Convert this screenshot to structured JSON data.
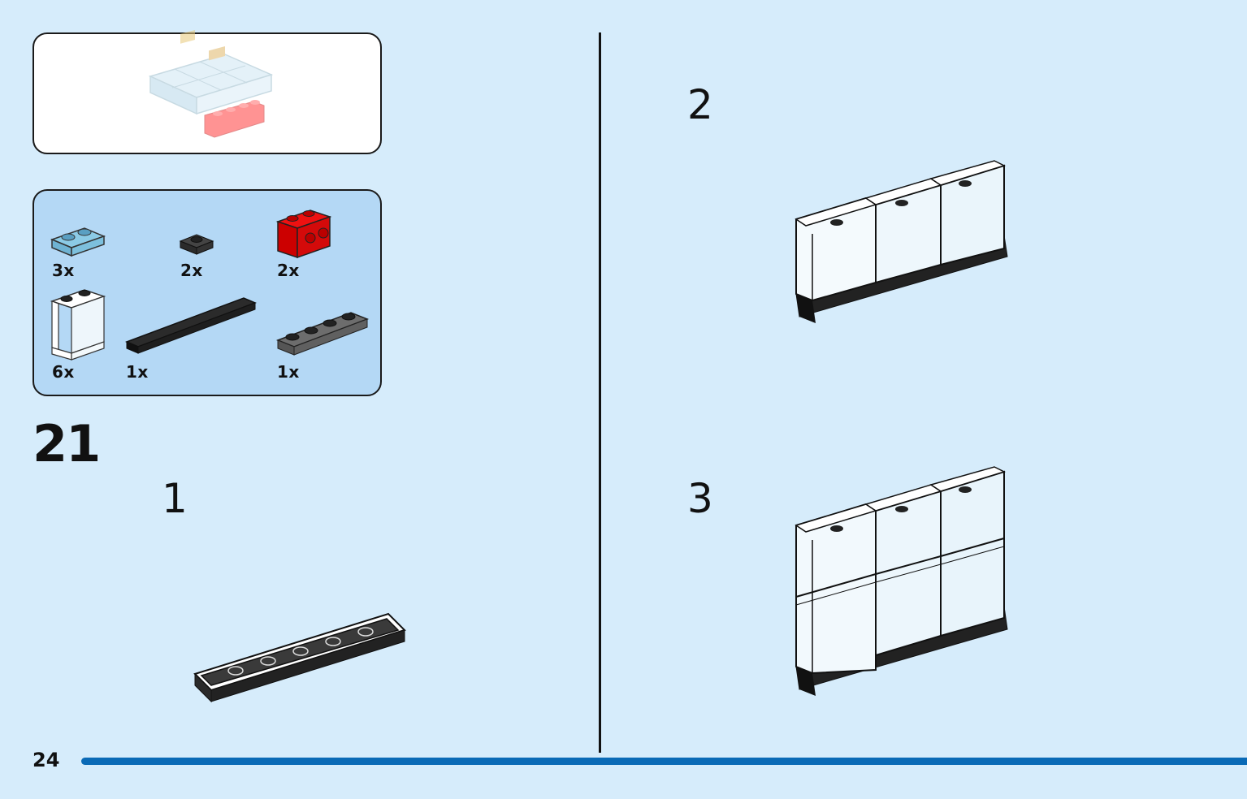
{
  "page": {
    "step_number": "21",
    "page_number": "24",
    "accent_color": "#0a6ab6",
    "background_color": "#d6ecfb"
  },
  "parts": {
    "items": [
      {
        "icon": "light-blue-plate-1x2-icon",
        "qty": "3x"
      },
      {
        "icon": "black-round-plate-1x1-icon",
        "qty": "2x"
      },
      {
        "icon": "red-brick-studs-side-icon",
        "qty": "2x"
      },
      {
        "icon": "transparent-panel-1x2x2-icon",
        "qty": "6x"
      },
      {
        "icon": "black-tile-1x6-icon",
        "qty": "1x"
      },
      {
        "icon": "dark-gray-plate-1x4-icon",
        "qty": "1x"
      }
    ]
  },
  "substeps": [
    {
      "number": "1",
      "icon": "black-plate-1x6-icon"
    },
    {
      "number": "2",
      "icon": "three-panels-row-icon"
    },
    {
      "number": "3",
      "icon": "six-panels-wall-icon"
    }
  ],
  "preview": {
    "icon": "display-case-preview-icon"
  }
}
